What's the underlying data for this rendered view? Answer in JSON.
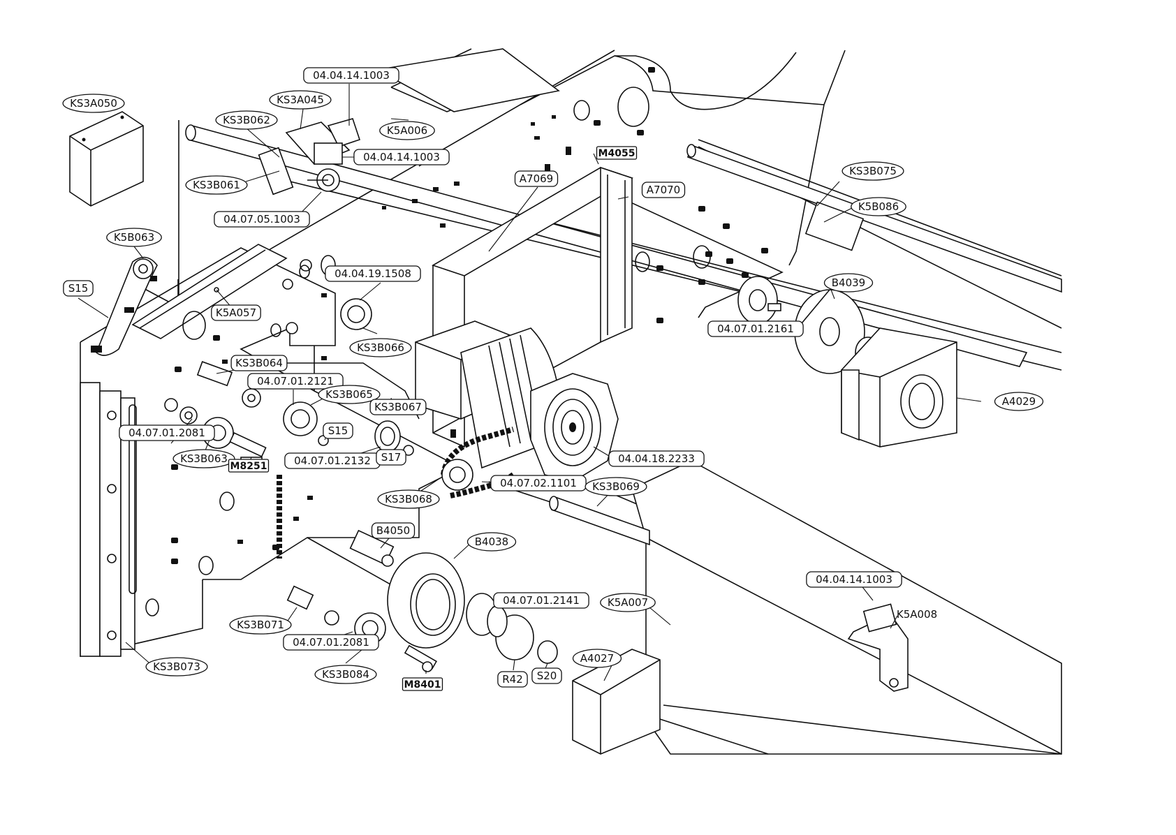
{
  "diagram": {
    "labels": [
      {
        "id": "ks3a050",
        "text": "KS3A050"
      },
      {
        "id": "ks3a045",
        "text": "KS3A045"
      },
      {
        "id": "ks3b062",
        "text": "KS3B062"
      },
      {
        "id": "p04041410031",
        "text": "04.04.14.1003"
      },
      {
        "id": "p04041410032",
        "text": "04.04.14.1003"
      },
      {
        "id": "k5a006",
        "text": "K5A006"
      },
      {
        "id": "m4055",
        "text": "M4055"
      },
      {
        "id": "a7069",
        "text": "A7069"
      },
      {
        "id": "a7070",
        "text": "A7070"
      },
      {
        "id": "ks3b061",
        "text": "KS3B061"
      },
      {
        "id": "p04070510",
        "text": "04.07.05.1003"
      },
      {
        "id": "ks3b075",
        "text": "KS3B075"
      },
      {
        "id": "k5b086",
        "text": "K5B086"
      },
      {
        "id": "k5b063",
        "text": "K5B063"
      },
      {
        "id": "s15a",
        "text": "S15"
      },
      {
        "id": "k5a057",
        "text": "K5A057"
      },
      {
        "id": "p0404191508",
        "text": "04.04.19.1508"
      },
      {
        "id": "b4039",
        "text": "B4039"
      },
      {
        "id": "p0407012161",
        "text": "04.07.01.2161"
      },
      {
        "id": "ks3b066",
        "text": "KS3B066"
      },
      {
        "id": "a4029",
        "text": "A4029"
      },
      {
        "id": "ks3b064",
        "text": "KS3B064"
      },
      {
        "id": "p0407012121",
        "text": "04.07.01.2121"
      },
      {
        "id": "ks3b065",
        "text": "KS3B065"
      },
      {
        "id": "ks3b067",
        "text": "KS3B067"
      },
      {
        "id": "p04070120811",
        "text": "04.07.01.2081"
      },
      {
        "id": "s15b",
        "text": "S15"
      },
      {
        "id": "ks3b063",
        "text": "KS3B063"
      },
      {
        "id": "m8251",
        "text": "M8251"
      },
      {
        "id": "p0407012132",
        "text": "04.07.01.2132"
      },
      {
        "id": "s17",
        "text": "S17"
      },
      {
        "id": "p0404182233",
        "text": "04.04.18.2233"
      },
      {
        "id": "p0407021101",
        "text": "04.07.02.1101"
      },
      {
        "id": "ks3b068",
        "text": "KS3B068"
      },
      {
        "id": "ks3b069",
        "text": "KS3B069"
      },
      {
        "id": "b4050",
        "text": "B4050"
      },
      {
        "id": "b4038",
        "text": "B4038"
      },
      {
        "id": "p0407012141",
        "text": "04.07.01.2141"
      },
      {
        "id": "k5a007",
        "text": "K5A007"
      },
      {
        "id": "p04041410033",
        "text": "04.04.14.1003"
      },
      {
        "id": "k5a008",
        "text": "K5A008"
      },
      {
        "id": "ks3b071",
        "text": "KS3B071"
      },
      {
        "id": "p04070120812",
        "text": "04.07.01.2081"
      },
      {
        "id": "ks3b073",
        "text": "KS3B073"
      },
      {
        "id": "ks3b084",
        "text": "KS3B084"
      },
      {
        "id": "m8401",
        "text": "M8401"
      },
      {
        "id": "r42",
        "text": "R42"
      },
      {
        "id": "s20",
        "text": "S20"
      },
      {
        "id": "a4027",
        "text": "A4027"
      }
    ]
  }
}
